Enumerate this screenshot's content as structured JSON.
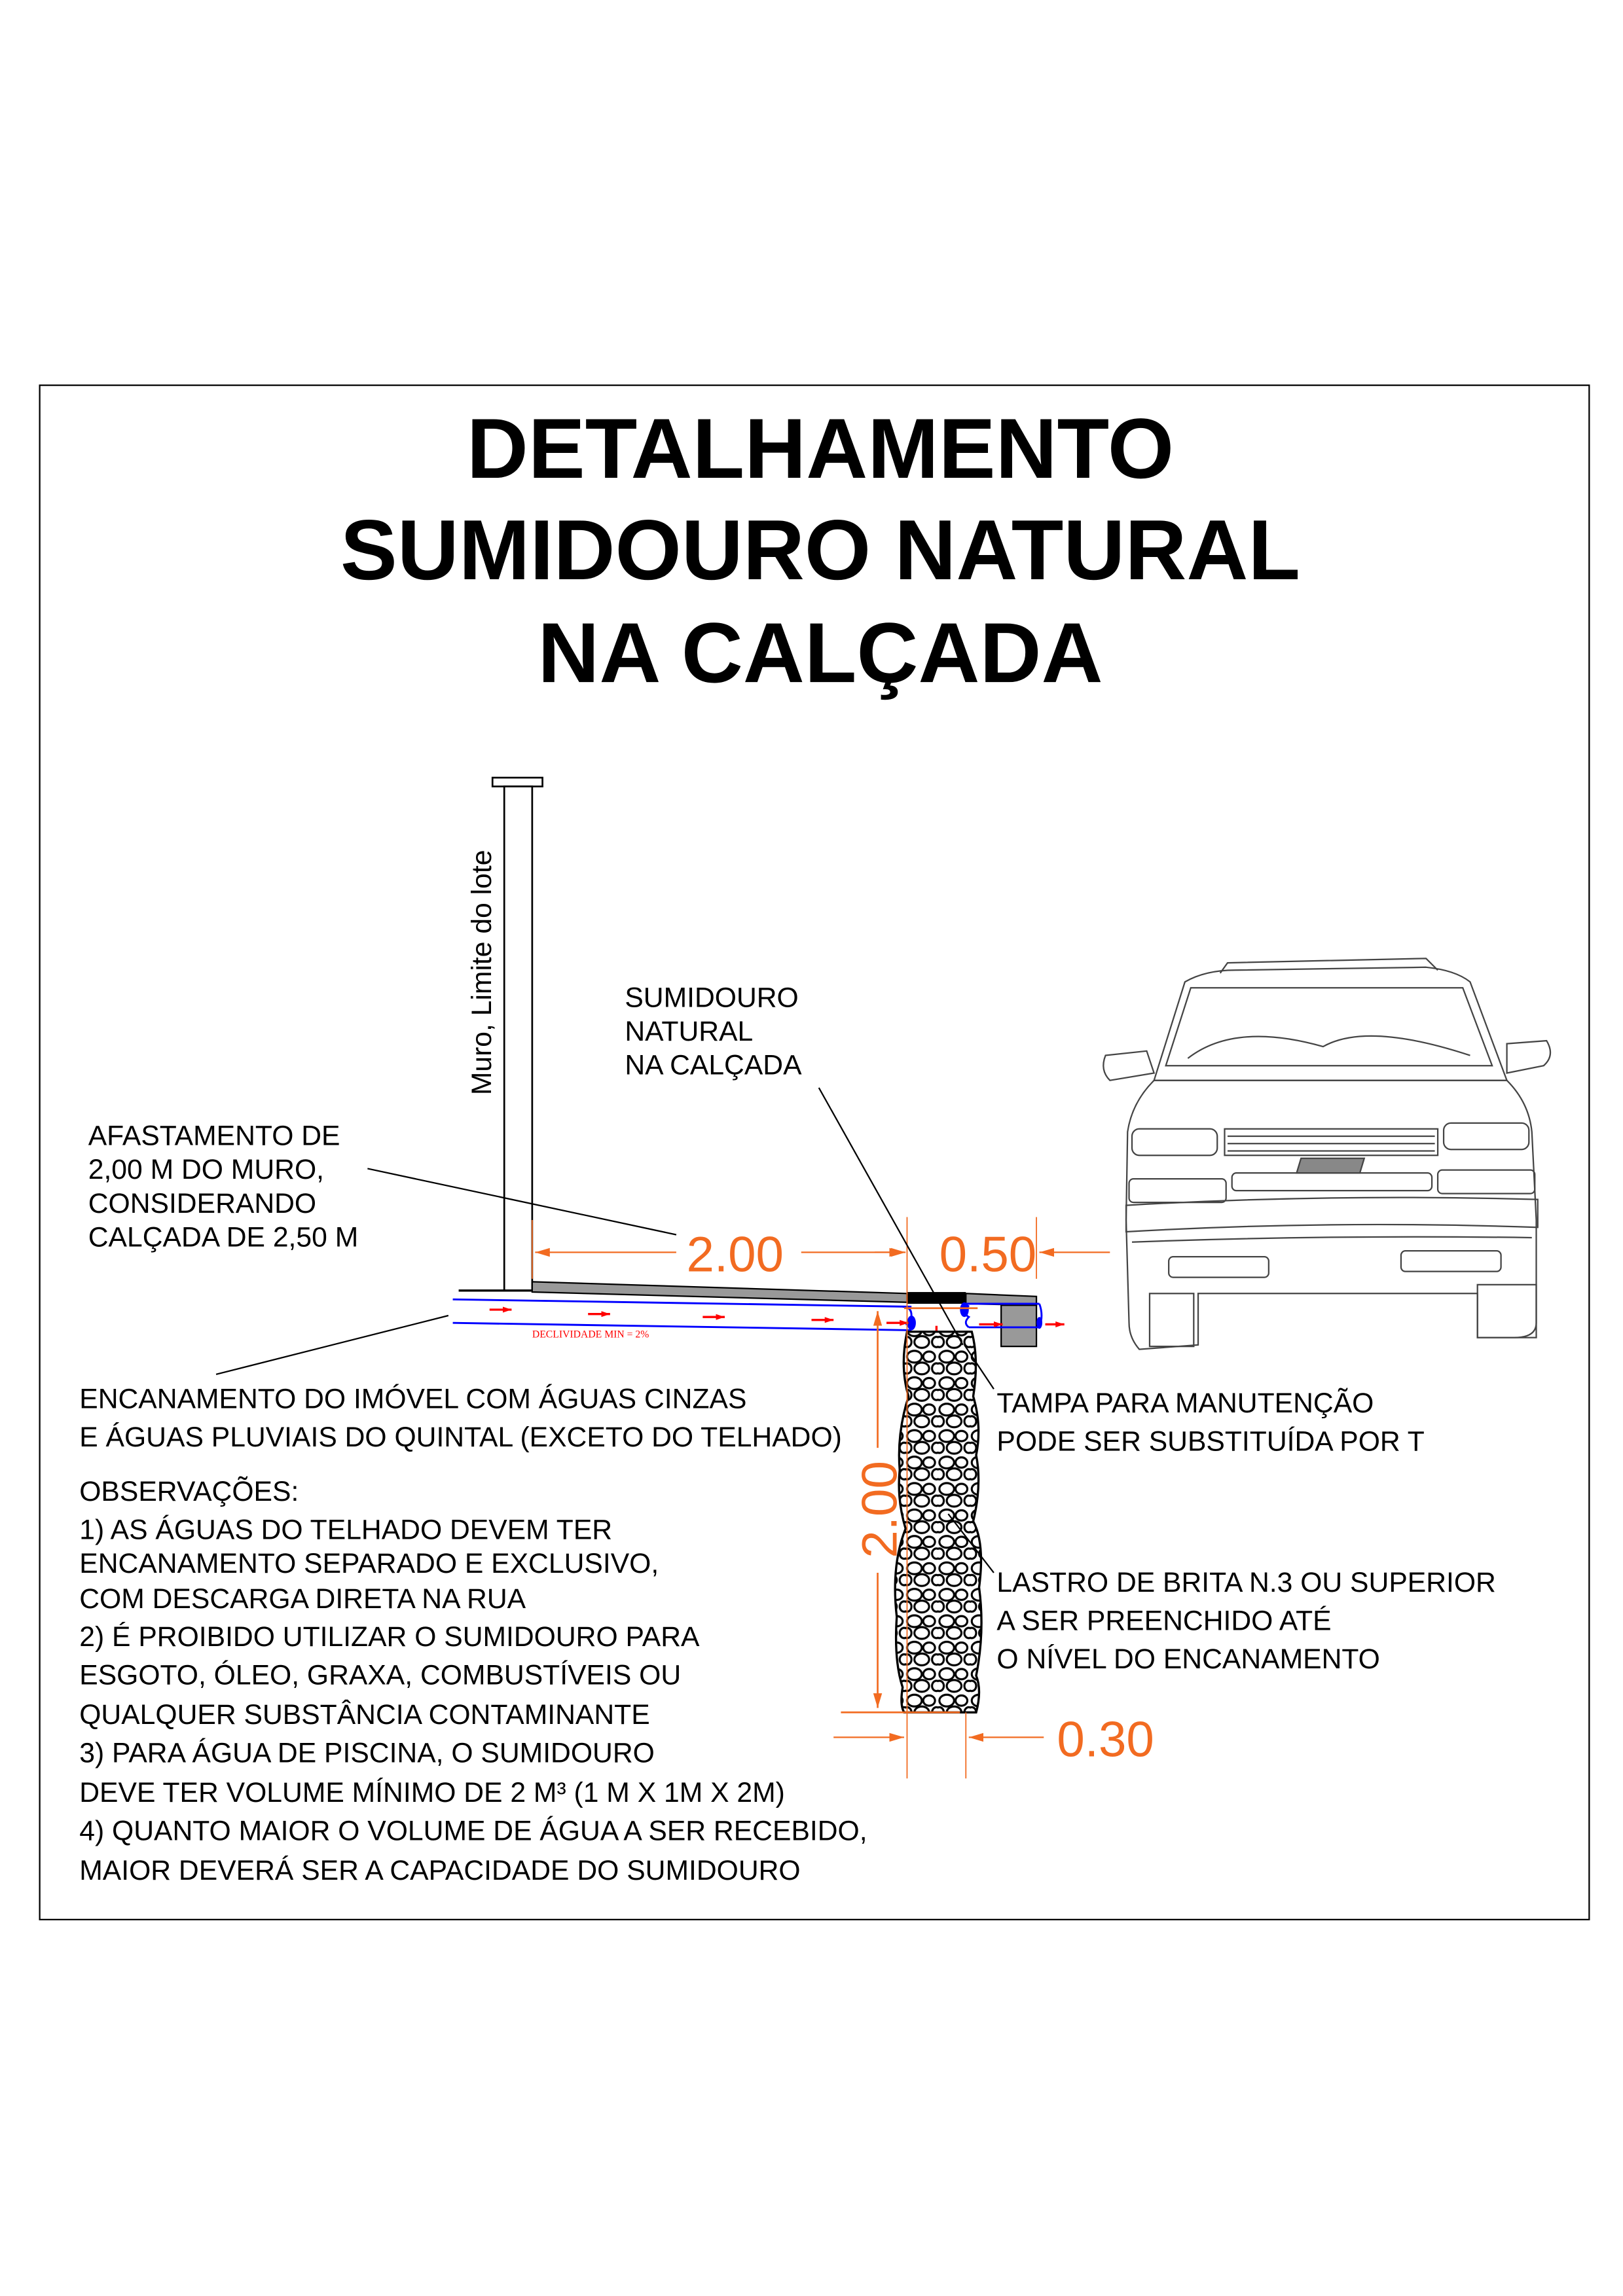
{
  "title": {
    "line1": "DETALHAMENTO",
    "line2": "SUMIDOURO NATURAL",
    "line3": "NA CALÇADA"
  },
  "labels": {
    "wall": "Muro, Limite do lote",
    "sumidouro": [
      "SUMIDOURO",
      "NATURAL",
      "NA CALÇADA"
    ],
    "afastamento": [
      "AFASTAMENTO DE",
      "2,00 M DO MURO,",
      "CONSIDERANDO",
      "CALÇADA DE 2,50 M"
    ],
    "encanamento": [
      "ENCANAMENTO DO IMÓVEL COM ÁGUAS CINZAS",
      "E ÁGUAS PLUVIAIS DO QUINTAL (EXCETO DO TELHADO)"
    ],
    "tampa": [
      "TAMPA PARA MANUTENÇÃO",
      "PODE SER SUBSTITUÍDA POR T"
    ],
    "lastro": [
      "LASTRO DE BRITA N.3 OU SUPERIOR",
      "A SER PREENCHIDO ATÉ",
      "O NÍVEL DO ENCANAMENTO"
    ],
    "declividade": "DECLIVIDADE MIN = 2%"
  },
  "dimensions": {
    "setback": "2.00",
    "cover_width": "0.50",
    "depth": "2.00",
    "width": "0.30"
  },
  "notes": {
    "heading": "OBSERVAÇÕES:",
    "lines": [
      "1) AS ÁGUAS DO TELHADO DEVEM TER",
      "ENCANAMENTO SEPARADO E EXCLUSIVO,",
      "COM DESCARGA DIRETA NA RUA",
      "2) É PROIBIDO UTILIZAR O SUMIDOURO PARA",
      "ESGOTO, ÓLEO, GRAXA, COMBUSTÍVEIS OU",
      "QUALQUER SUBSTÂNCIA CONTAMINANTE",
      "3) PARA ÁGUA DE PISCINA, O SUMIDOURO",
      "DEVE TER VOLUME MÍNIMO DE 2 M³ (1 M X 1M X 2M)",
      "4) QUANTO MAIOR O VOLUME DE ÁGUA A SER RECEBIDO,",
      "MAIOR DEVERÁ SER A CAPACIDADE DO SUMIDOURO"
    ]
  },
  "colors": {
    "dimension": "#F26B21",
    "pipe": "#0000FF",
    "flow_arrow": "#FF0000",
    "pavement": "#999999"
  }
}
